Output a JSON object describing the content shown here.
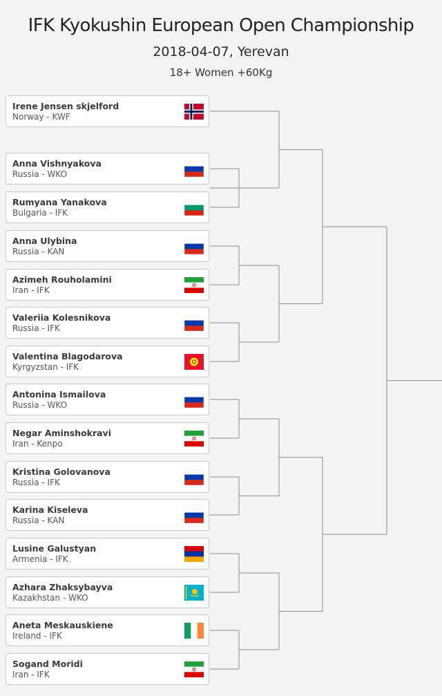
{
  "header": {
    "title": "IFK Kyokushin European Open Championship",
    "date_place": "2018-04-07, Yerevan",
    "category": "18+ Women +60Kg"
  },
  "competitors": [
    {
      "name": "Irene Jensen skjelford",
      "club": "Norway - KWF",
      "flag": "norway-flag-icon"
    },
    {
      "name": "Anna Vishnyakova",
      "club": "Russia - WKO",
      "flag": "russia-flag-icon"
    },
    {
      "name": "Rumyana Yanakova",
      "club": "Bulgaria - IFK",
      "flag": "bulgaria-flag-icon"
    },
    {
      "name": "Anna Ulybina",
      "club": "Russia - KAN",
      "flag": "russia-flag-icon"
    },
    {
      "name": "Azimeh Rouholamini",
      "club": "Iran - IFK",
      "flag": "iran-flag-icon"
    },
    {
      "name": "Valeriia Kolesnikova",
      "club": "Russia - IFK",
      "flag": "russia-flag-icon"
    },
    {
      "name": "Valentina Blagodarova",
      "club": "Kyrgyzstan - IFK",
      "flag": "kyrgyzstan-flag-icon"
    },
    {
      "name": "Antonina Ismailova",
      "club": "Russia - WKO",
      "flag": "russia-flag-icon"
    },
    {
      "name": "Negar Aminshokravi",
      "club": "Iran - Kenpo",
      "flag": "iran-flag-icon"
    },
    {
      "name": "Kristina Golovanova",
      "club": "Russia - IFK",
      "flag": "russia-flag-icon"
    },
    {
      "name": "Karina Kiseleva",
      "club": "Russia - KAN",
      "flag": "russia-flag-icon"
    },
    {
      "name": "Lusine Galustyan",
      "club": "Armenia - IFK",
      "flag": "armenia-flag-icon"
    },
    {
      "name": "Azhara Zhaksybayva",
      "club": "Kazakhstan - WKO",
      "flag": "kazakhstan-flag-icon"
    },
    {
      "name": "Aneta Meskauskiene",
      "club": "Ireland - IFK",
      "flag": "ireland-flag-icon"
    },
    {
      "name": "Sogand Moridi",
      "club": "Iran - IFK",
      "flag": "iran-flag-icon"
    }
  ],
  "colors": {
    "background": "#f4f4f4",
    "card_border": "#c8c8c8",
    "bracket_line": "#8c8c8c"
  }
}
